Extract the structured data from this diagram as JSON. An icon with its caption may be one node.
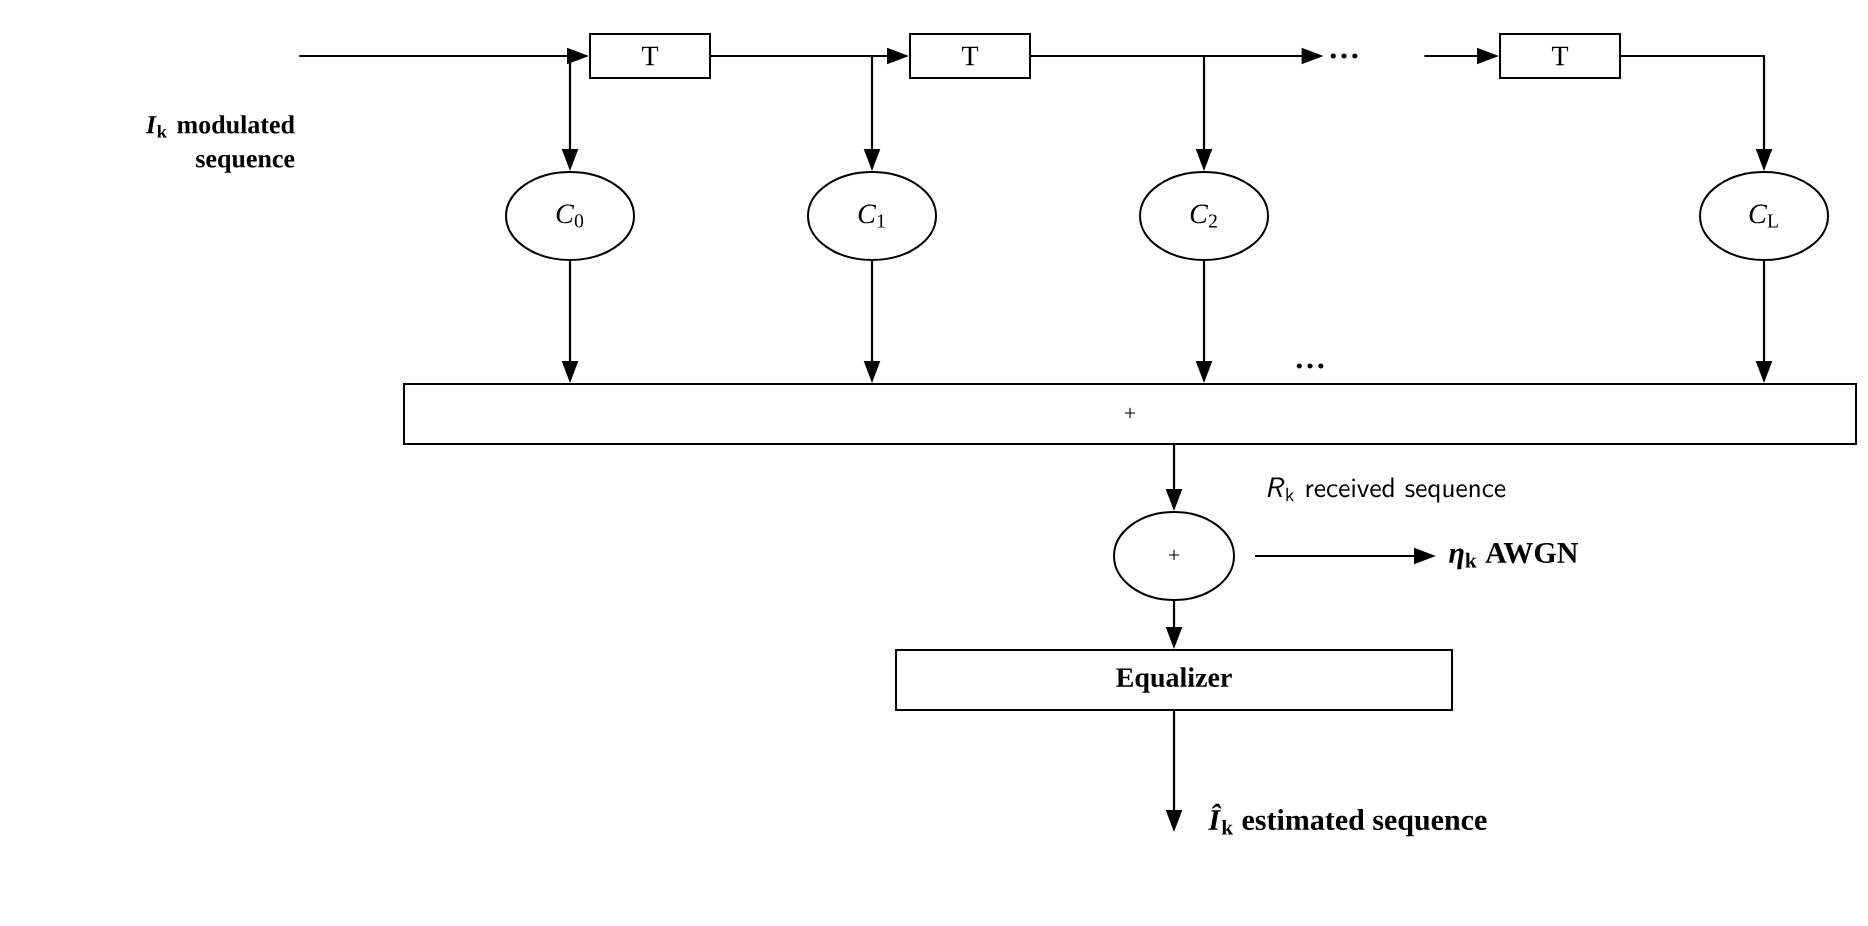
{
  "diagram": {
    "nodes": [
      {
        "text": [
          "*I*$_{k}$ modulated sequence"
        ]
      },
      {
        "text": [
          "T"
        ]
      },
      {
        "text": [
          "T"
        ]
      },
      {
        "text": [
          "…"
        ]
      },
      {
        "text": [
          "T"
        ]
      },
      {
        "text": [
          "*C*$_{0}$"
        ]
      },
      {
        "text": [
          "*C*$_{1}$"
        ]
      },
      {
        "text": [
          "*C*$_{2}$"
        ]
      },
      {
        "text": [
          "*C*$_{L}$"
        ]
      },
      {
        "text": [
          "+"
        ]
      },
      {
        "text": [
          "+"
        ]
      },
      {
        "text": [
          "*η*$_{k}$ AWGN"
        ]
      },
      {
        "text": [
          "Equalizer"
        ]
      },
      {
        "text": [
          "*Î*$_{k}$ estimated sequence"
        ]
      }
    ],
    "edges": [
      {
        "from": 0,
        "to": 1,
        "arrow": "to"
      },
      {
        "from": 0,
        "to": 5,
        "arrow": "to"
      },
      {
        "from": 1,
        "to": 2,
        "arrow": "to"
      },
      {
        "from": 1,
        "to": 6,
        "arrow": "to"
      },
      {
        "from": 2,
        "to": 3,
        "arrow": "to"
      },
      {
        "from": 2,
        "to": 7,
        "arrow": "to"
      },
      {
        "from": 3,
        "to": 4,
        "arrow": "to"
      },
      {
        "from": 4,
        "to": 8,
        "arrow": "to"
      },
      {
        "from": 5,
        "to": 9,
        "arrow": "to"
      },
      {
        "from": 6,
        "to": 9,
        "arrow": "to"
      },
      {
        "from": 7,
        "to": 9,
        "arrow": "to"
      },
      {
        "from": 8,
        "to": 9,
        "arrow": "to"
      },
      {
        "from": 9,
        "to": 10,
        "arrow": "to",
        "label": "*R*$_{k}$ received sequence"
      },
      {
        "from": 10,
        "to": 11,
        "arrow": "to"
      },
      {
        "from": 10,
        "to": 12,
        "arrow": "to"
      },
      {
        "from": 12,
        "to": 13,
        "arrow": "to"
      }
    ],
    "labels": [
      "…"
    ]
  }
}
